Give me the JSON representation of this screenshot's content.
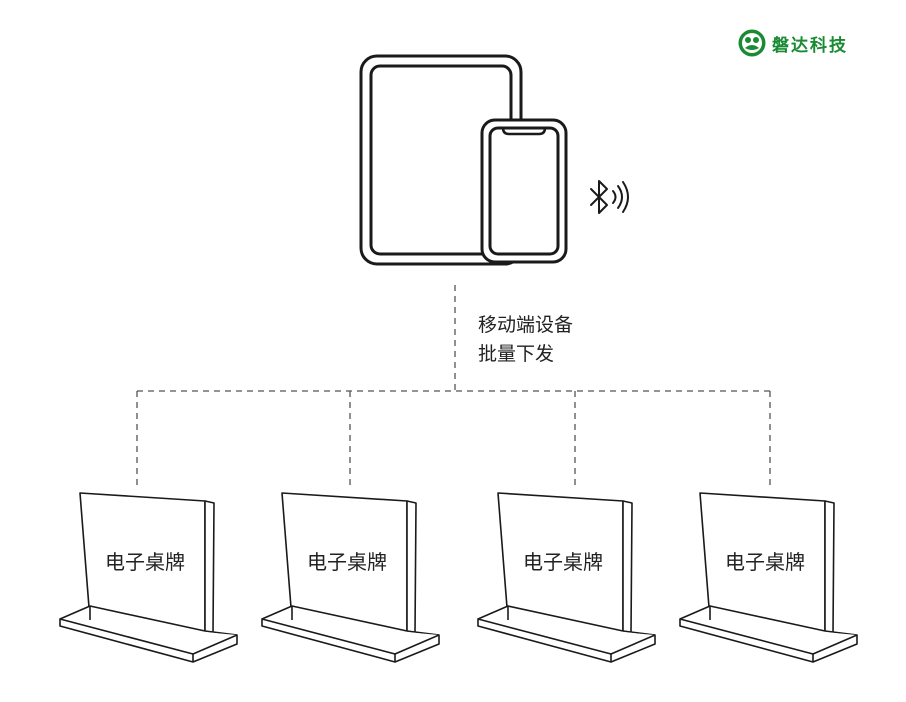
{
  "brand": {
    "name": "磐达科技",
    "logo_icon": "panda-logo-icon",
    "color": "#1a8a34"
  },
  "source": {
    "icon": "tablet-phone-icon",
    "connection_icon": "bluetooth-signal-icon"
  },
  "caption": {
    "line1": "移动端设备",
    "line2": "批量下发"
  },
  "signs": [
    {
      "label": "电子桌牌",
      "icon": "table-sign-icon"
    },
    {
      "label": "电子桌牌",
      "icon": "table-sign-icon"
    },
    {
      "label": "电子桌牌",
      "icon": "table-sign-icon"
    },
    {
      "label": "电子桌牌",
      "icon": "table-sign-icon"
    }
  ],
  "colors": {
    "line": "#1a1a1a",
    "connector": "#555555"
  }
}
